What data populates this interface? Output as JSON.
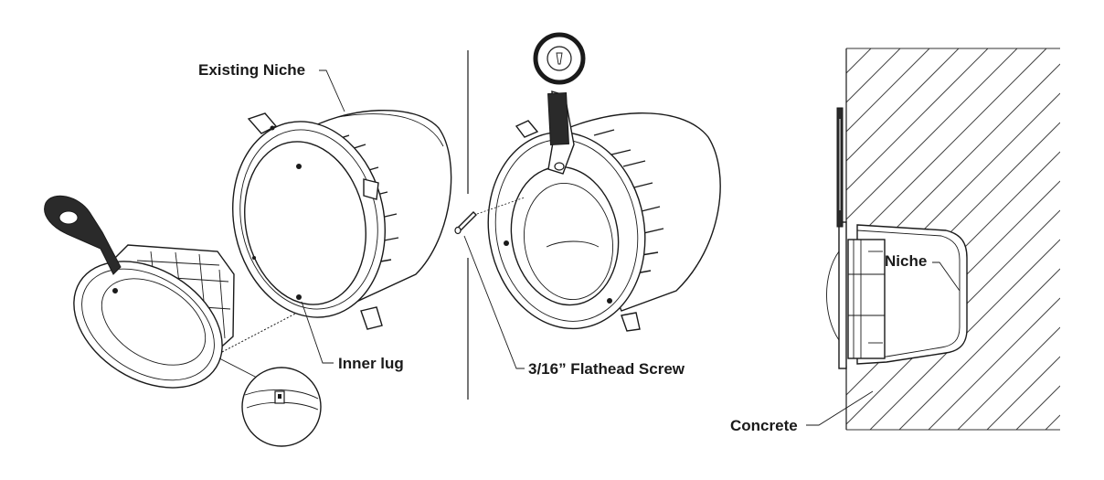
{
  "labels": {
    "existing_niche": "Existing Niche",
    "inner_lug": "Inner lug",
    "flathead_screw": "3/16” Flathead Screw",
    "niche": "Niche",
    "concrete": "Concrete"
  }
}
